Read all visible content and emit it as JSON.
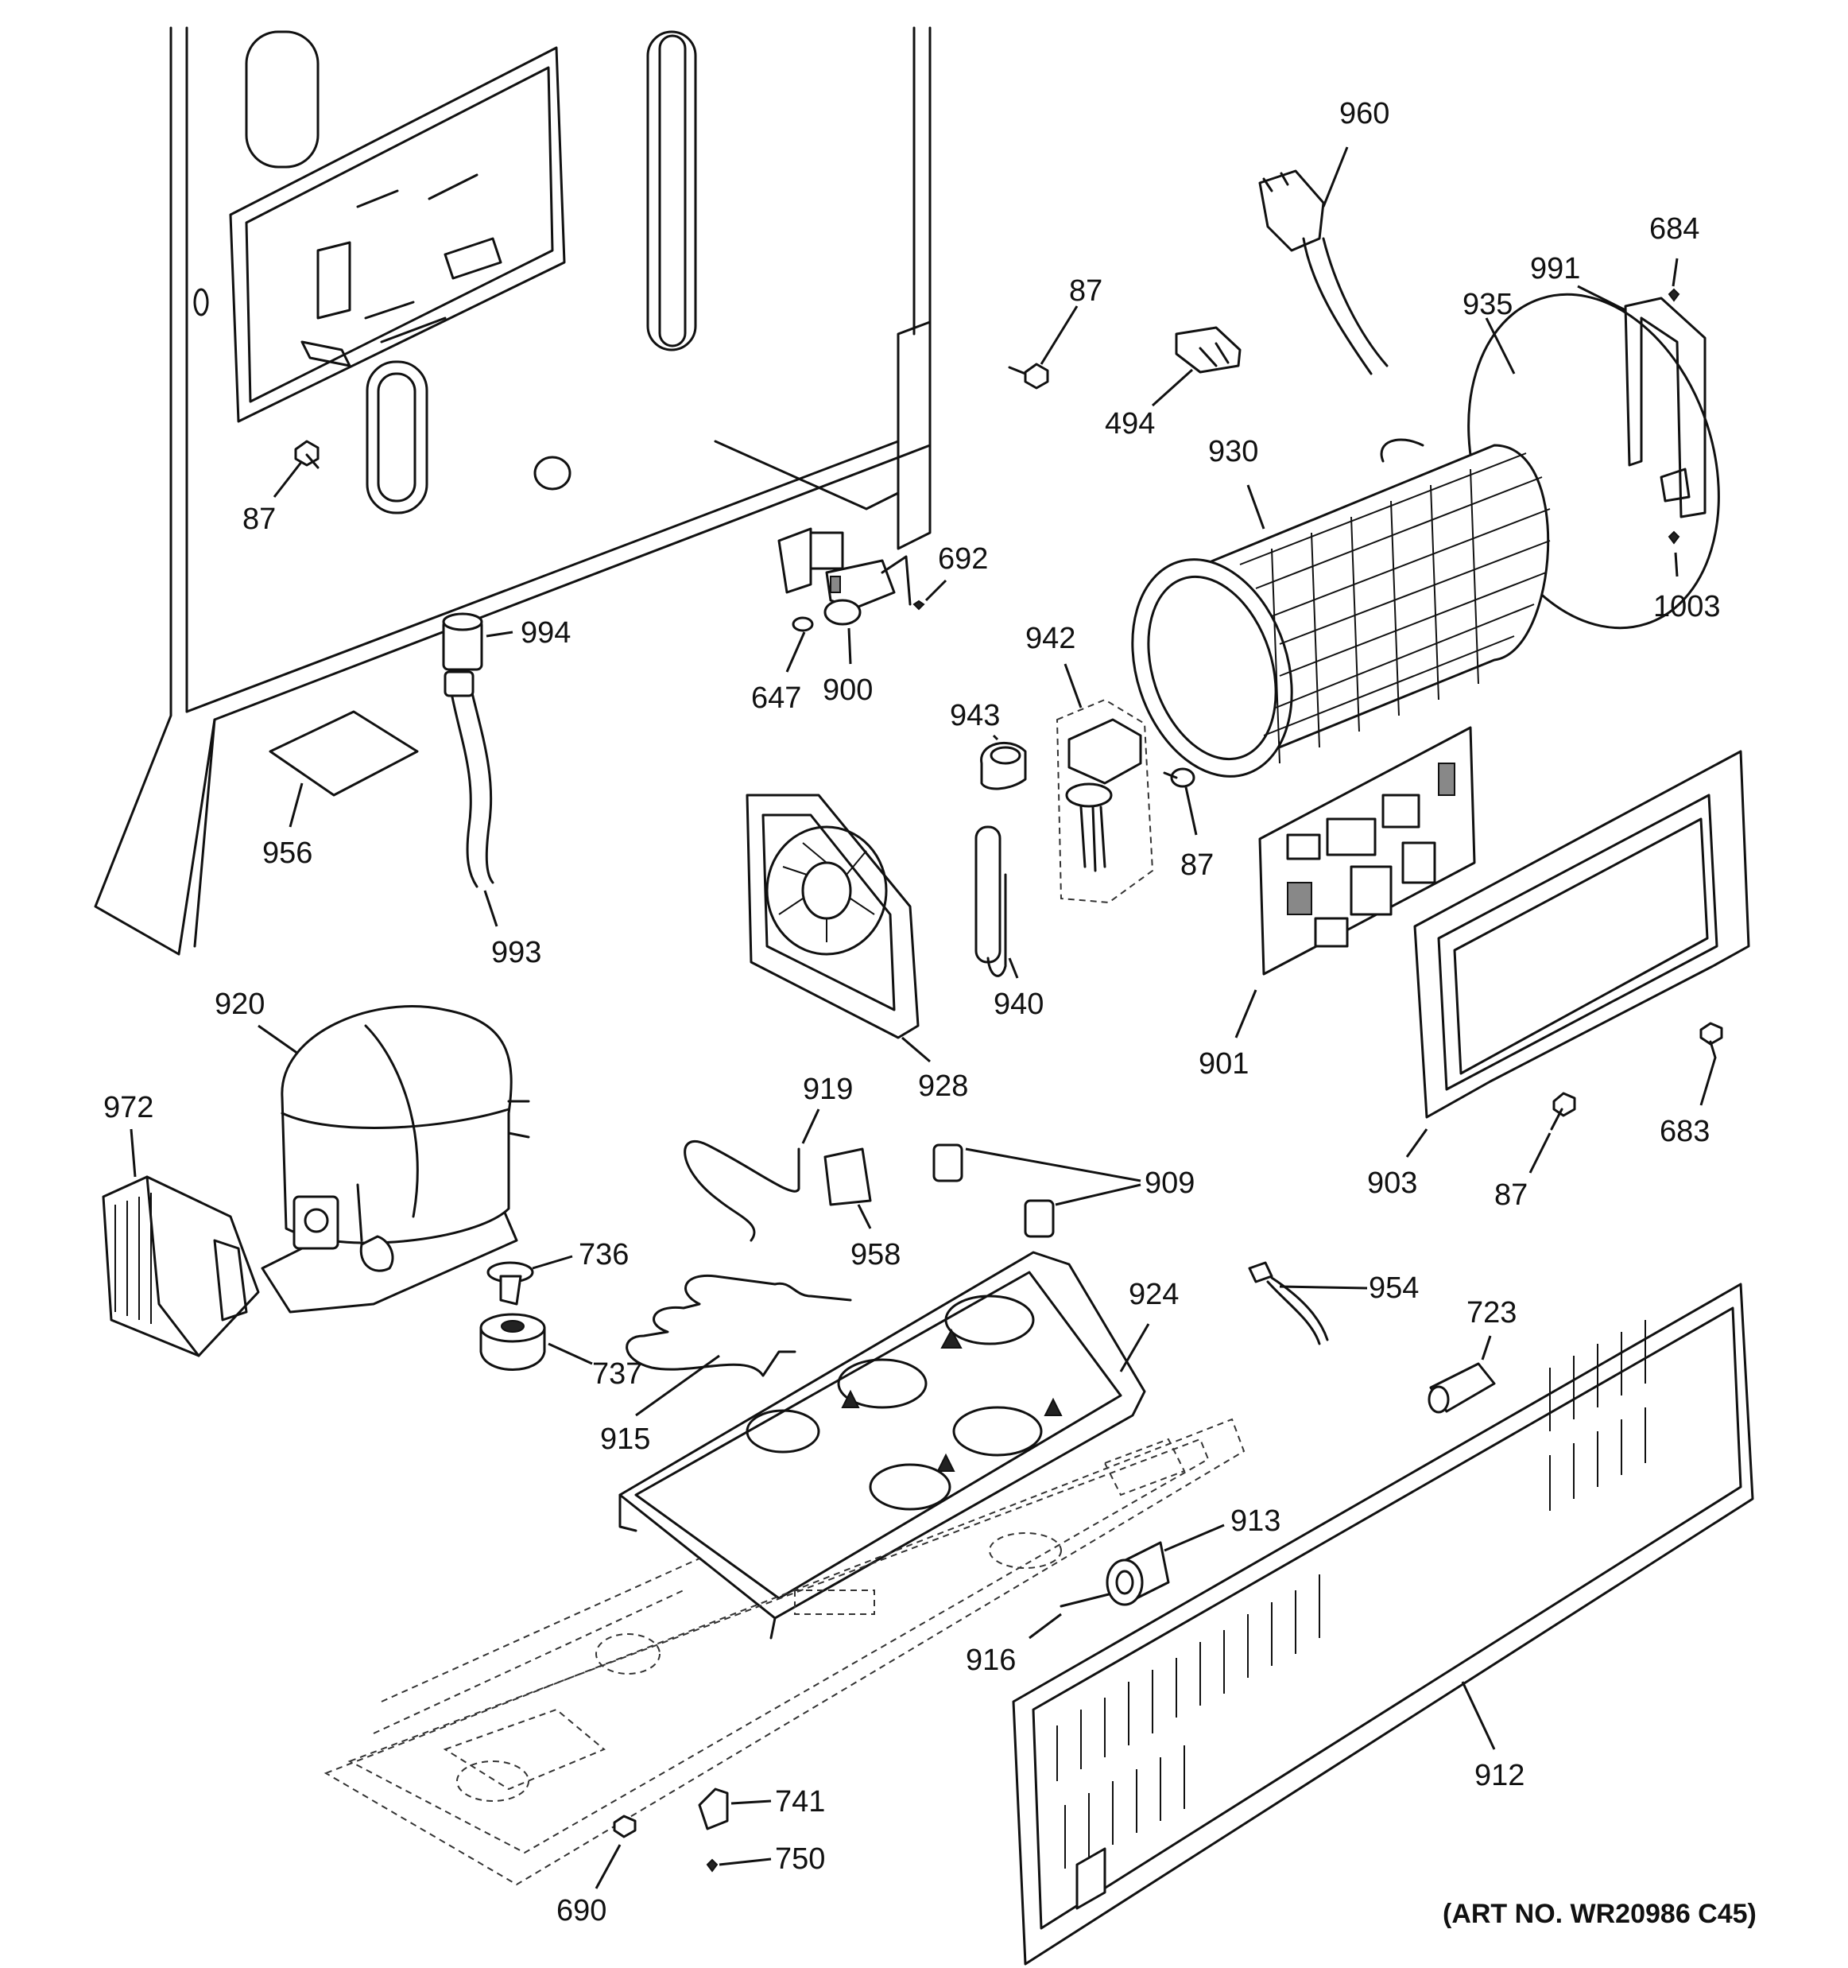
{
  "art_number": "(ART NO. WR20986 C45)",
  "callouts": [
    {
      "id": "87-a",
      "label": "87"
    },
    {
      "id": "87-b",
      "label": "87"
    },
    {
      "id": "494",
      "label": "494"
    },
    {
      "id": "960",
      "label": "960"
    },
    {
      "id": "684",
      "label": "684"
    },
    {
      "id": "991",
      "label": "991"
    },
    {
      "id": "935",
      "label": "935"
    },
    {
      "id": "930",
      "label": "930"
    },
    {
      "id": "1003",
      "label": "1003"
    },
    {
      "id": "692",
      "label": "692"
    },
    {
      "id": "994",
      "label": "994"
    },
    {
      "id": "647",
      "label": "647"
    },
    {
      "id": "900",
      "label": "900"
    },
    {
      "id": "942",
      "label": "942"
    },
    {
      "id": "943",
      "label": "943"
    },
    {
      "id": "87-c",
      "label": "87"
    },
    {
      "id": "956",
      "label": "956"
    },
    {
      "id": "993",
      "label": "993"
    },
    {
      "id": "940",
      "label": "940"
    },
    {
      "id": "901",
      "label": "901"
    },
    {
      "id": "920",
      "label": "920"
    },
    {
      "id": "928",
      "label": "928"
    },
    {
      "id": "972",
      "label": "972"
    },
    {
      "id": "919",
      "label": "919"
    },
    {
      "id": "909",
      "label": "909"
    },
    {
      "id": "958",
      "label": "958"
    },
    {
      "id": "903",
      "label": "903"
    },
    {
      "id": "87-d",
      "label": "87"
    },
    {
      "id": "683",
      "label": "683"
    },
    {
      "id": "736",
      "label": "736"
    },
    {
      "id": "924",
      "label": "924"
    },
    {
      "id": "954",
      "label": "954"
    },
    {
      "id": "737",
      "label": "737"
    },
    {
      "id": "723",
      "label": "723"
    },
    {
      "id": "915",
      "label": "915"
    },
    {
      "id": "912",
      "label": "912"
    },
    {
      "id": "913",
      "label": "913"
    },
    {
      "id": "916",
      "label": "916"
    },
    {
      "id": "741",
      "label": "741"
    },
    {
      "id": "750",
      "label": "750"
    },
    {
      "id": "690",
      "label": "690"
    }
  ]
}
